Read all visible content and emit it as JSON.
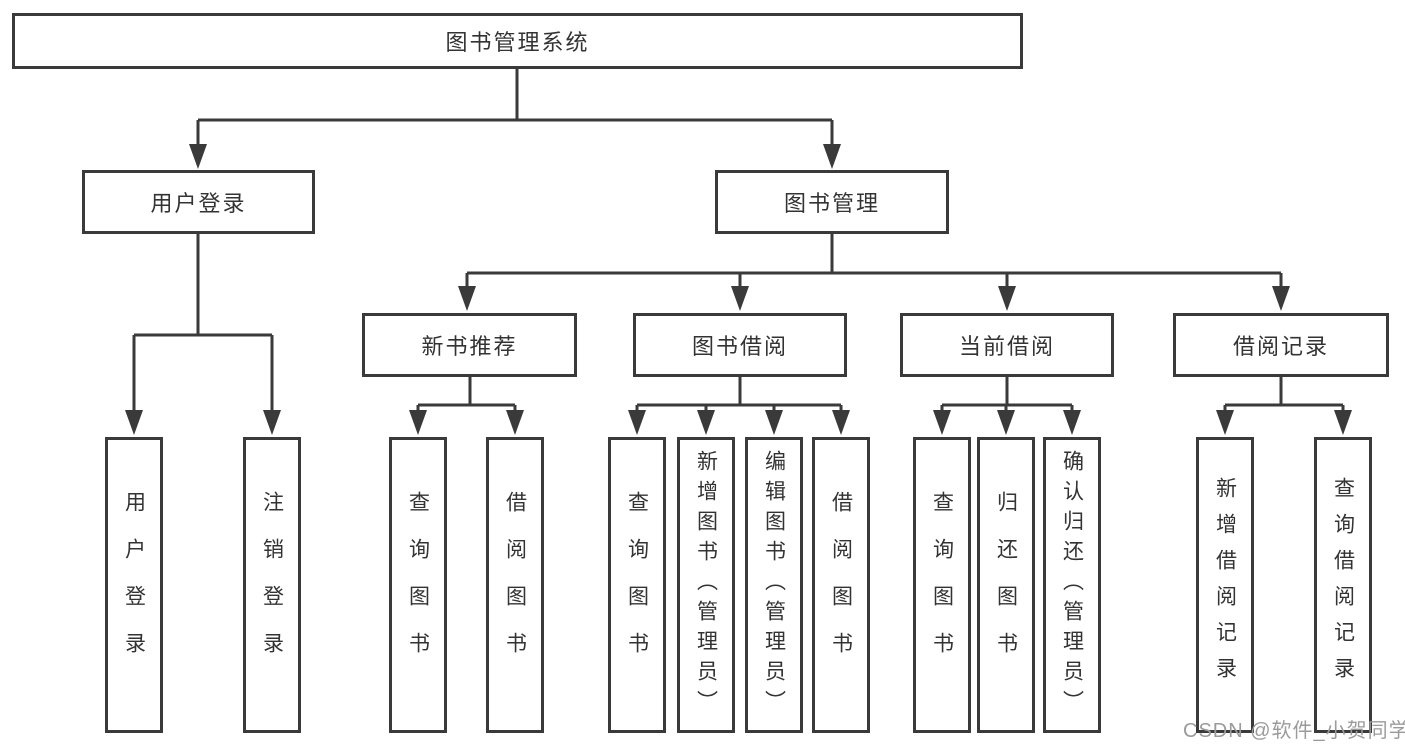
{
  "nodes": {
    "root": "图书管理系统",
    "user_login": "用户登录",
    "book_management": "图书管理",
    "new_book_recommend": "新书推荐",
    "book_borrow": "图书借阅",
    "current_borrow": "当前借阅",
    "borrow_record": "借阅记录",
    "leaf_user_login": "用户登录",
    "leaf_logout": "注销登录",
    "leaf_query_book_recommend": "查询图书",
    "leaf_borrow_book_recommend": "借阅图书",
    "leaf_query_book_borrow": "查询图书",
    "leaf_add_book_admin": "新增图书（管理员）",
    "leaf_edit_book_admin": "编辑图书（管理员）",
    "leaf_borrow_book": "借阅图书",
    "leaf_query_book_current": "查询图书",
    "leaf_return_book": "归还图书",
    "leaf_confirm_return_admin": "确认归还（管理员）",
    "leaf_add_borrow_record": "新增借阅记录",
    "leaf_query_borrow_record": "查询借阅记录"
  },
  "watermark": "CSDN @软件_小贺同学",
  "line_color": "#3a3a3a"
}
